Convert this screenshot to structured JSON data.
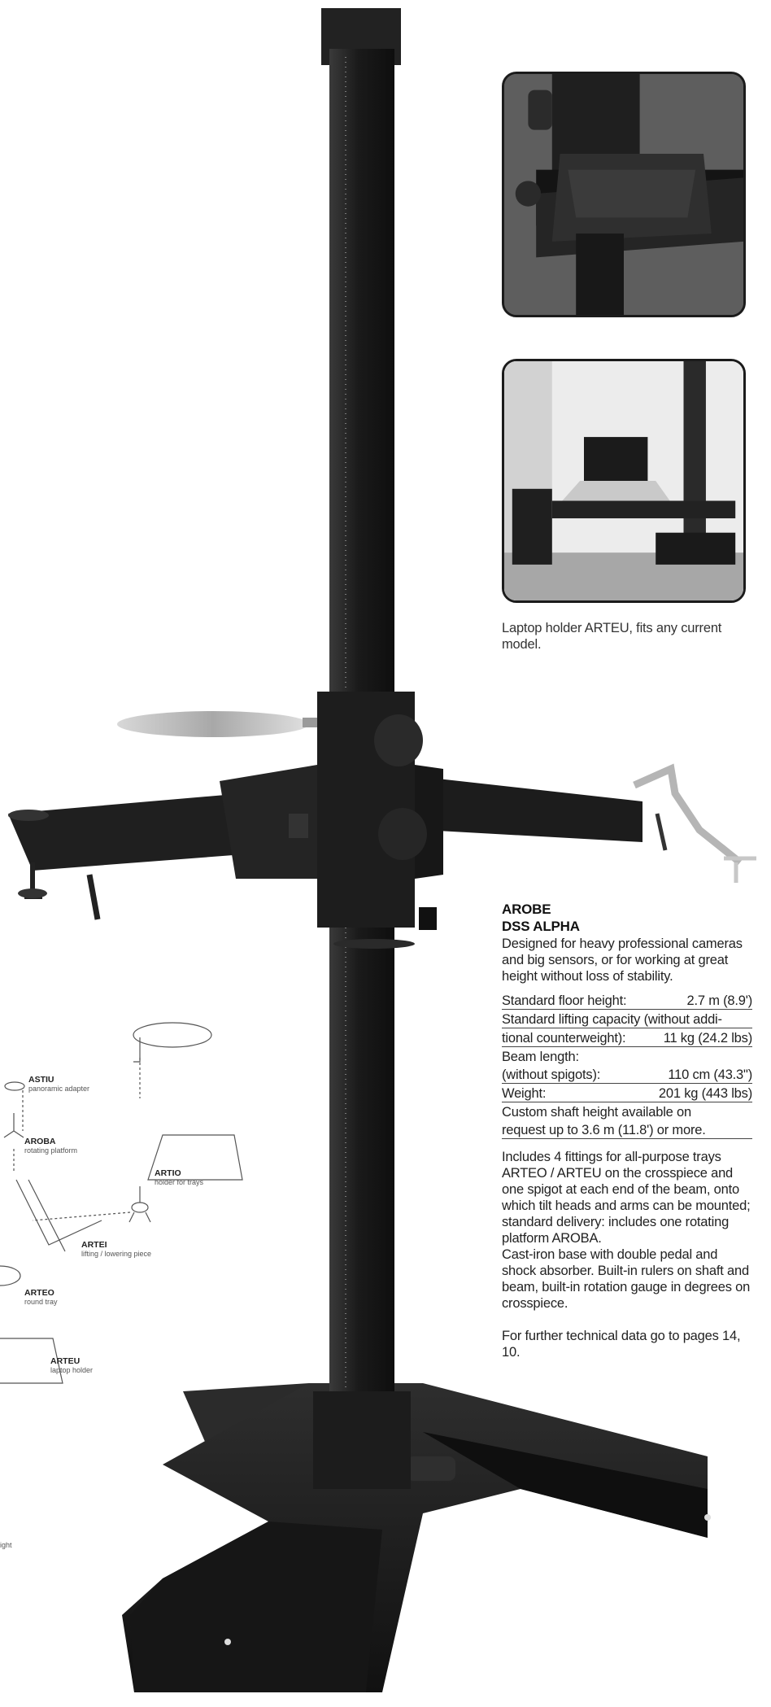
{
  "photo_caption": "Laptop holder ARTEU, fits any current model.",
  "product": {
    "code": "AROBE",
    "name": "DSS ALPHA",
    "description": "Designed for heavy professional cameras and big sensors, or for working at great height without loss of stability."
  },
  "specs": [
    {
      "label": "Standard floor height:",
      "value": "2.7 m (8.9')"
    },
    {
      "label": "Standard lifting capacity (without additional counterweight):",
      "value": "11 kg (24.2 lbs)"
    },
    {
      "label": "Beam length:",
      "value": ""
    },
    {
      "label": "(without spigots):",
      "value": "110 cm (43.3\")"
    },
    {
      "label": "Weight:",
      "value": "201 kg (443 lbs)"
    },
    {
      "label": "Custom shaft height available on request up to 3.6 m (11.8') or more.",
      "value": ""
    }
  ],
  "spec_rows": {
    "r1_label": "Standard floor height:",
    "r1_value": "2.7 m (8.9')",
    "r2_label": "Standard lifting capacity (without addi-",
    "r3_label": "tional counterweight):",
    "r3_value": "11 kg (24.2 lbs)",
    "r4_label": "Beam length:",
    "r5_label": "(without spigots):",
    "r5_value": "110 cm (43.3\")",
    "r6_label": "Weight:",
    "r6_value": "201 kg (443 lbs)",
    "r7_label": "Custom shaft height available on",
    "r8_label": "request up to 3.6 m (11.8') or more."
  },
  "includes_text": "Includes 4 fittings for all-purpose trays ARTEO / ARTEU on the crosspiece and one spigot at each end of the beam, onto which tilt heads and arms can be mounted; standard delivery: includes one rotating platform AROBA.",
  "base_text": "Cast-iron base with double pedal and shock absorber. Built-in rulers on shaft and beam, built-in rotation gauge in degrees on crosspiece.",
  "further_text": "For further technical data go to pages 14, 10.",
  "diagram_labels": [
    {
      "code": "ASTIU",
      "desc": "panoramic adapter"
    },
    {
      "code": "AROBA",
      "desc": "rotating platform"
    },
    {
      "code": "ARTIO",
      "desc": "holder for trays"
    },
    {
      "code": "ARTEI",
      "desc": "lifting / lowering piece"
    },
    {
      "code": "ARTEO",
      "desc": "round tray"
    },
    {
      "code": "ARTEU",
      "desc": "laptop holder"
    }
  ],
  "cropped_label": "ight",
  "colors": {
    "stand": "#1f1f1f",
    "text": "#222222",
    "rule": "#444444"
  }
}
